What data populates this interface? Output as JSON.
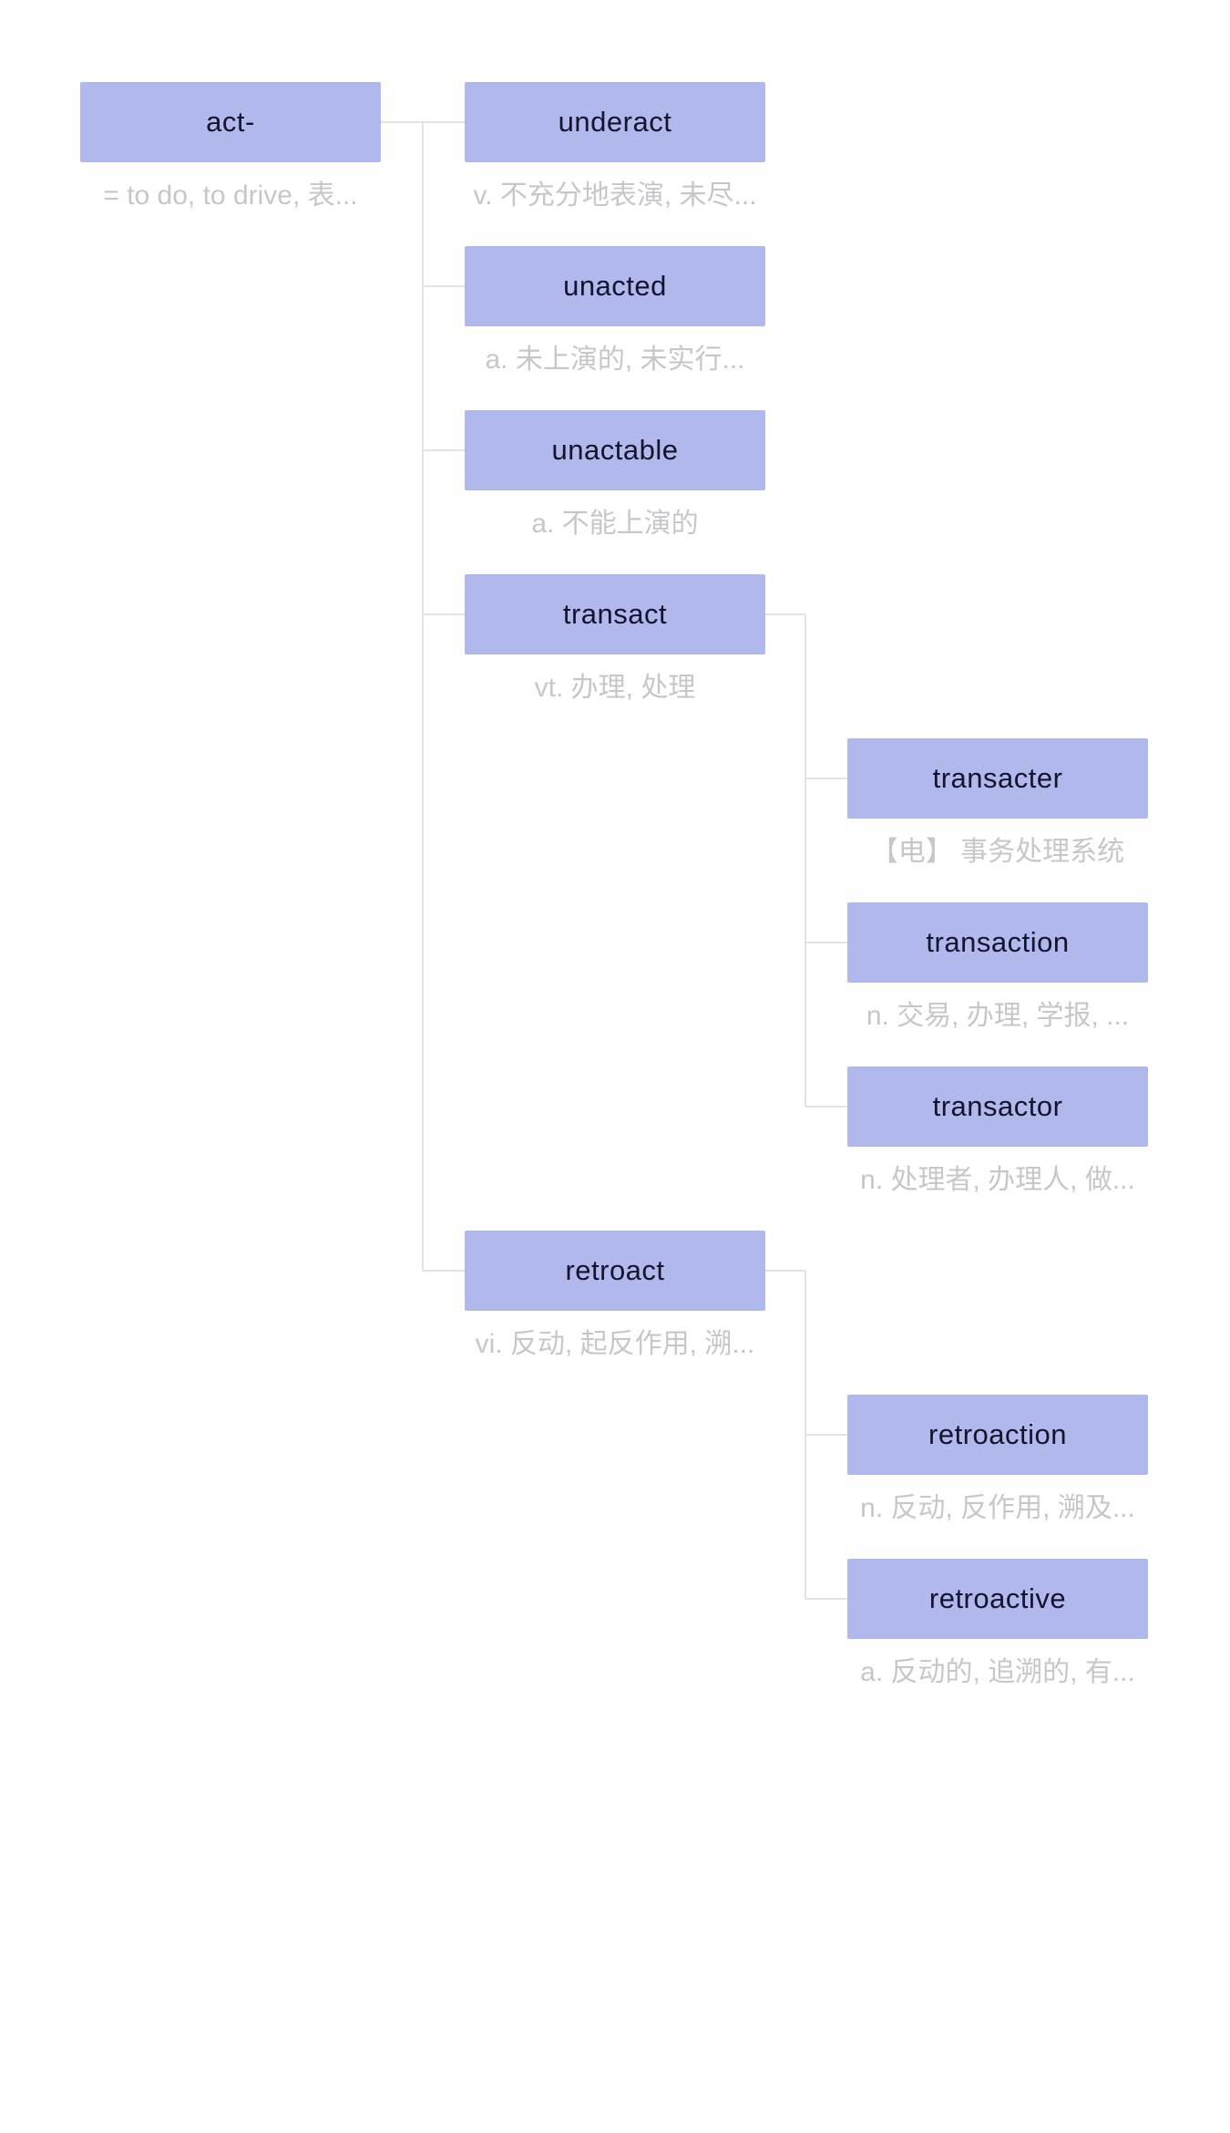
{
  "theme": {
    "node_fill": "#b1b9ec",
    "node_text_color": "#14142e",
    "definition_text_color": "#c7c7ca",
    "connector_color": "#e3e3e3",
    "background": "#ffffff"
  },
  "tree": {
    "word": "act-",
    "definition": "= to do, to drive, 表...",
    "children": [
      {
        "word": "underact",
        "definition": "v. 不充分地表演, 未尽...",
        "children": []
      },
      {
        "word": "unacted",
        "definition": "a. 未上演的, 未实行...",
        "children": []
      },
      {
        "word": "unactable",
        "definition": "a. 不能上演的",
        "children": []
      },
      {
        "word": "transact",
        "definition": "vt. 办理, 处理",
        "children": [
          {
            "word": "transacter",
            "definition": "【电】 事务处理系统"
          },
          {
            "word": "transaction",
            "definition": "n. 交易, 办理, 学报, ..."
          },
          {
            "word": "transactor",
            "definition": "n. 处理者, 办理人, 做..."
          }
        ]
      },
      {
        "word": "retroact",
        "definition": "vi. 反动, 起反作用, 溯...",
        "children": [
          {
            "word": "retroaction",
            "definition": "n. 反动, 反作用, 溯及..."
          },
          {
            "word": "retroactive",
            "definition": "a. 反动的, 追溯的, 有..."
          }
        ]
      }
    ]
  }
}
